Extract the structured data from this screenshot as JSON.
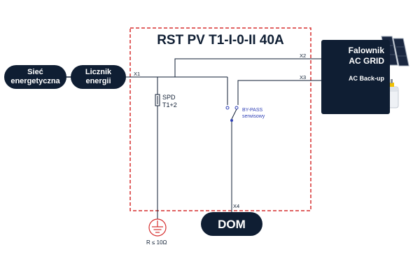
{
  "title": "RST PV T1-I-0-II 40A",
  "grid_label": "Sieć\nenergetyczna",
  "meter_label": "Licznik\nenergii",
  "terminals": {
    "x1": "X1",
    "x2": "X2",
    "x3": "X3",
    "x4": "X4"
  },
  "spd_label": "SPD\nT1+2",
  "bypass_label": "BY-PASS\nserwisowy",
  "inverter": {
    "line1": "Falownik",
    "line2": "AC GRID",
    "line3": "AC Back-up"
  },
  "house_label": "DOM",
  "ground_label": "R ≤ 10Ω",
  "colors": {
    "navy": "#0f1e33",
    "dashed_border": "#d62e2e",
    "switch_blue": "#2e3fb5"
  }
}
